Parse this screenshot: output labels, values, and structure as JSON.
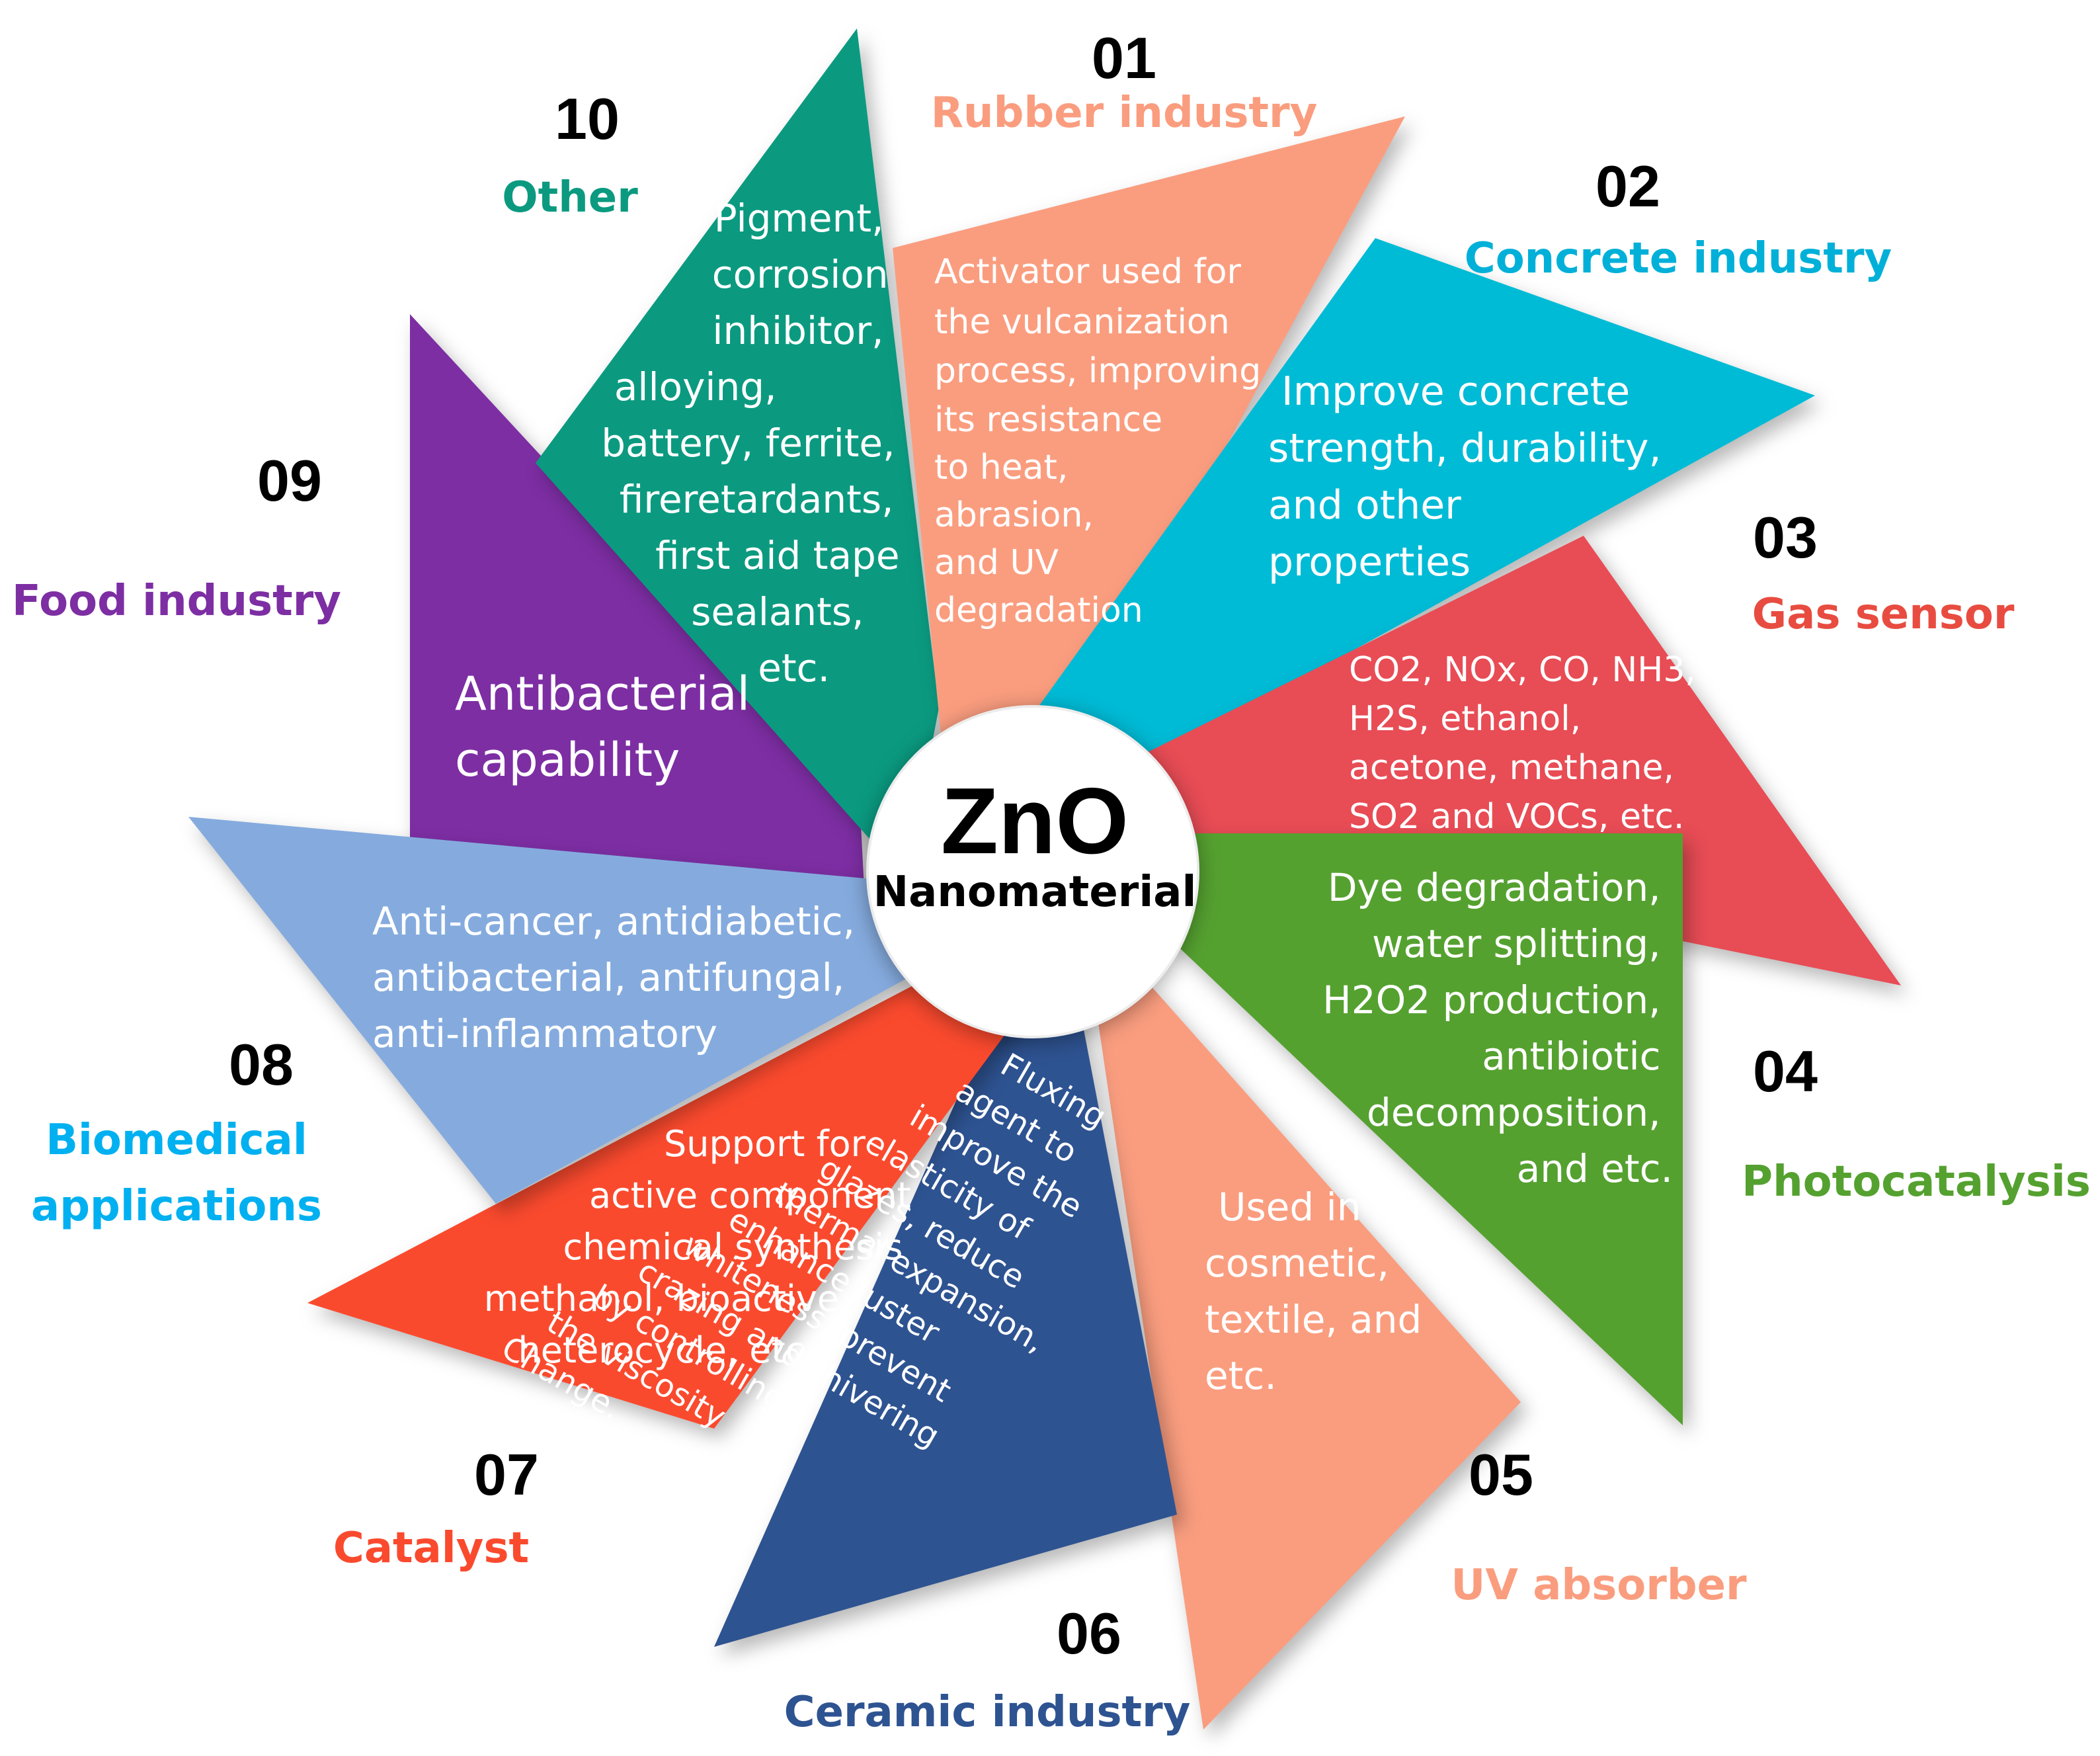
{
  "center": {
    "title": "ZnO",
    "subtitle": "Nanomaterial"
  },
  "items": [
    {
      "num": "01",
      "label": "Rubber industry",
      "color": "#FA9D7F",
      "lines": [
        "Activator used for",
        "the vulcanization",
        "process, improving",
        "its resistance",
        "to heat,",
        "abrasion,",
        "and UV",
        "degradation"
      ]
    },
    {
      "num": "02",
      "label": "Concrete industry",
      "color": "#00BBD6",
      "lines": [
        "Improve concrete",
        "strength, durability,",
        "and other",
        "properties"
      ]
    },
    {
      "num": "03",
      "label": "Gas sensor",
      "color": "#E84C55",
      "lines": [
        "CO2, NOx, CO, NH3,",
        "H2S, ethanol,",
        "acetone, methane,",
        "SO2 and VOCs, etc."
      ]
    },
    {
      "num": "04",
      "label": "Photocatalysis",
      "color": "#55A130",
      "lines": [
        "Dye degradation,",
        "water splitting,",
        "H2O2 production,",
        "antibiotic",
        "decomposition,",
        "and etc."
      ]
    },
    {
      "num": "05",
      "label": "UV absorber",
      "color": "#FA9D7F",
      "lines": [
        "Used in",
        "cosmetic,",
        "textile, and",
        "etc."
      ]
    },
    {
      "num": "06",
      "label": "Ceramic industry",
      "color": "#2E5391",
      "lines": [
        "Fluxing",
        "agent to",
        "improve the",
        "elasticity of",
        "glazes, reduce",
        "thermal expansion,",
        "enhance luster",
        "whiteness, prevent",
        "crazing and shivering",
        "by controlling",
        "the viscosity",
        "Change."
      ]
    },
    {
      "num": "07",
      "label": "Catalyst",
      "color": "#FA4A2E",
      "lines": [
        "Support for",
        "active component",
        "chemical synthesis",
        "methanol, bioactive",
        "heterocycle, etc."
      ]
    },
    {
      "num": "08",
      "label": "Biomedical applications",
      "label_lines": [
        "Biomedical",
        "applications"
      ],
      "color": "#85ABDE",
      "label_color": "#00B0F0",
      "lines": [
        "Anti-cancer, antidiabetic,",
        "antibacterial, antifungal,",
        "anti-inflammatory"
      ]
    },
    {
      "num": "09",
      "label": "Food industry",
      "color": "#7D2EA3",
      "lines": [
        "Antibacterial",
        "capability"
      ]
    },
    {
      "num": "10",
      "label": "Other",
      "color": "#0B9A80",
      "lines": [
        "Pigment,",
        "corrosion",
        "inhibitor,",
        "alloying,",
        "battery, ferrite,",
        "fireretardants,",
        "first aid tape",
        "sealants,",
        "etc."
      ]
    }
  ]
}
